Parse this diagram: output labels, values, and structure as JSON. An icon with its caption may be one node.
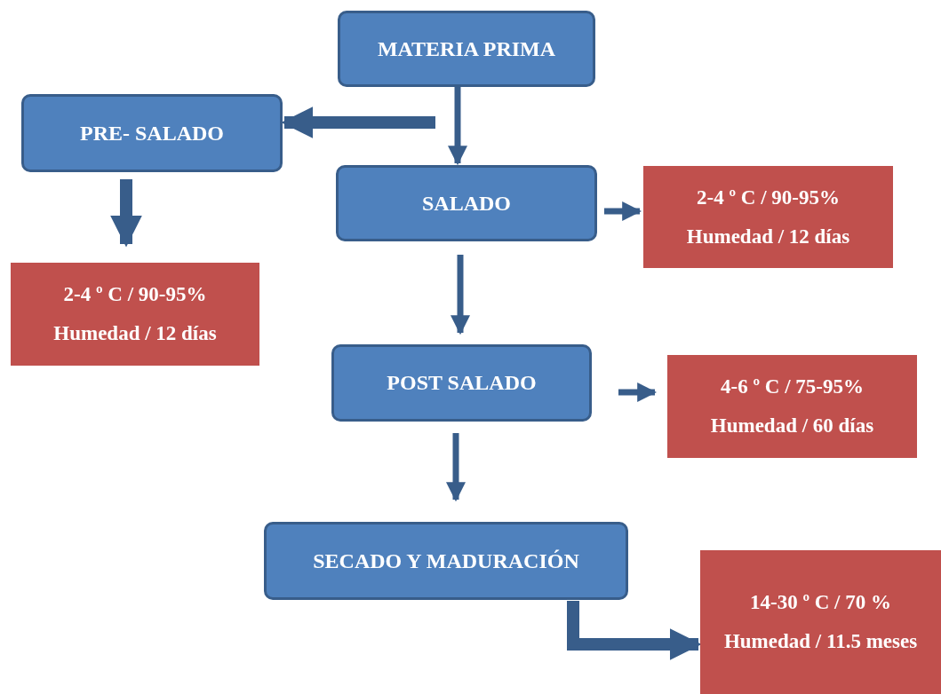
{
  "diagram": {
    "nodes": [
      {
        "text": [
          "MATERIA PRIMA"
        ]
      },
      {
        "text": [
          "PRE- SALADO"
        ]
      },
      {
        "text": [
          "SALADO"
        ]
      },
      {
        "text": [
          "2-4 º C / 90-95%",
          "Humedad / 12 días"
        ]
      },
      {
        "text": [
          "2-4 º C / 90-95%",
          "Humedad / 12 días"
        ]
      },
      {
        "text": [
          "POST SALADO"
        ]
      },
      {
        "text": [
          "4-6 º C / 75-95%",
          "Humedad / 60 días"
        ]
      },
      {
        "text": [
          "SECADO Y MADURACIÓN"
        ]
      },
      {
        "text": [
          "14-30 º C / 70 %",
          "Humedad / 11.5 meses"
        ]
      }
    ],
    "edges": [
      {
        "from": null,
        "to": 1,
        "arrow": "to",
        "style": "thick"
      },
      {
        "from": 0,
        "to": 2,
        "arrow": "to"
      },
      {
        "from": 1,
        "to": 4,
        "arrow": "to",
        "style": "thick"
      },
      {
        "from": 2,
        "to": 3,
        "arrow": "to"
      },
      {
        "from": 2,
        "to": 5,
        "arrow": "to"
      },
      {
        "from": 5,
        "to": 6,
        "arrow": "to"
      },
      {
        "from": 5,
        "to": 7,
        "arrow": "to"
      },
      {
        "from": 7,
        "to": 8,
        "arrow": "to",
        "style": "thick"
      }
    ]
  }
}
